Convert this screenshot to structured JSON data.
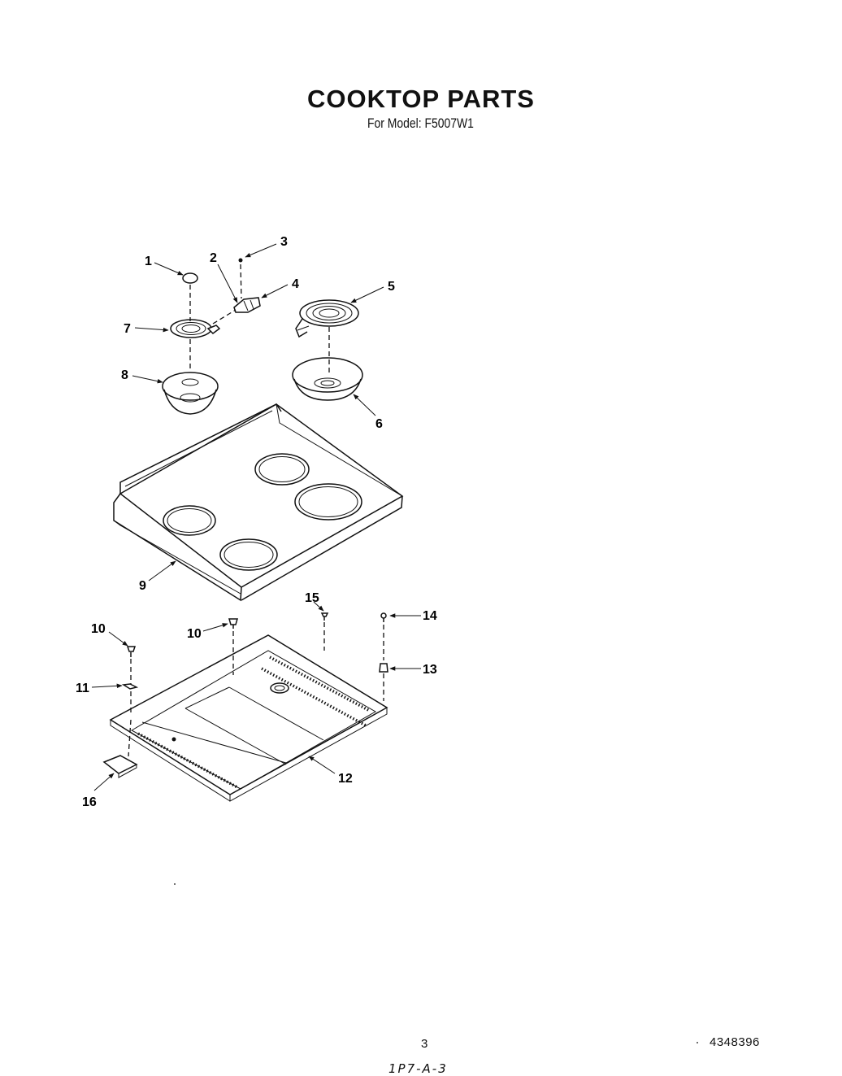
{
  "header": {
    "title": "COOKTOP PARTS",
    "model_line": "For Model: F5007W1"
  },
  "callouts": [
    "1",
    "2",
    "3",
    "4",
    "5",
    "6",
    "7",
    "8",
    "9",
    "10",
    "10",
    "11",
    "12",
    "13",
    "14",
    "15",
    "16"
  ],
  "footer": {
    "page_number": "3",
    "document_number": "4348396",
    "handwritten_note": "1P7-A-3"
  }
}
